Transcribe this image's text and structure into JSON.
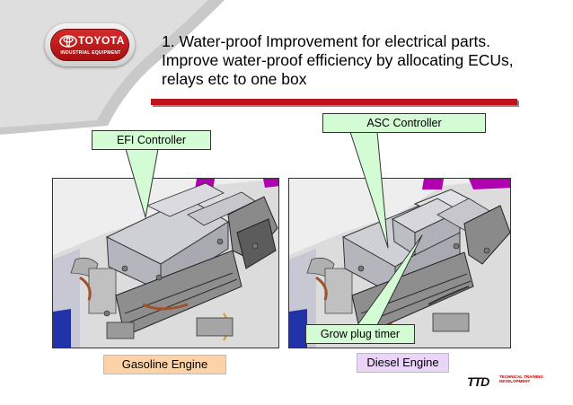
{
  "brand": {
    "name": "TOYOTA",
    "division": "INDUSTRIAL EQUIPMENT",
    "footer_mark": "TTD",
    "footer_line1": "TECHNICAL TRAINING",
    "footer_line2": "DEVELOPMENT"
  },
  "heading": {
    "line1": "1. Water-proof Improvement for electrical parts.",
    "line2": "Improve water-proof efficiency by allocating ECUs,",
    "line3": "relays etc to one box"
  },
  "callouts": {
    "efi": "EFI Controller",
    "asc": "ASC Controller",
    "grow_plug": "Grow plug timer"
  },
  "labels": {
    "gasoline": "Gasoline Engine",
    "diesel": "Diesel Engine"
  },
  "colors": {
    "accent_red": "#c0101a",
    "callout_fill": "#d4fcd4",
    "gasoline_fill": "#fcd3a8",
    "diesel_fill": "#ead4f7"
  }
}
